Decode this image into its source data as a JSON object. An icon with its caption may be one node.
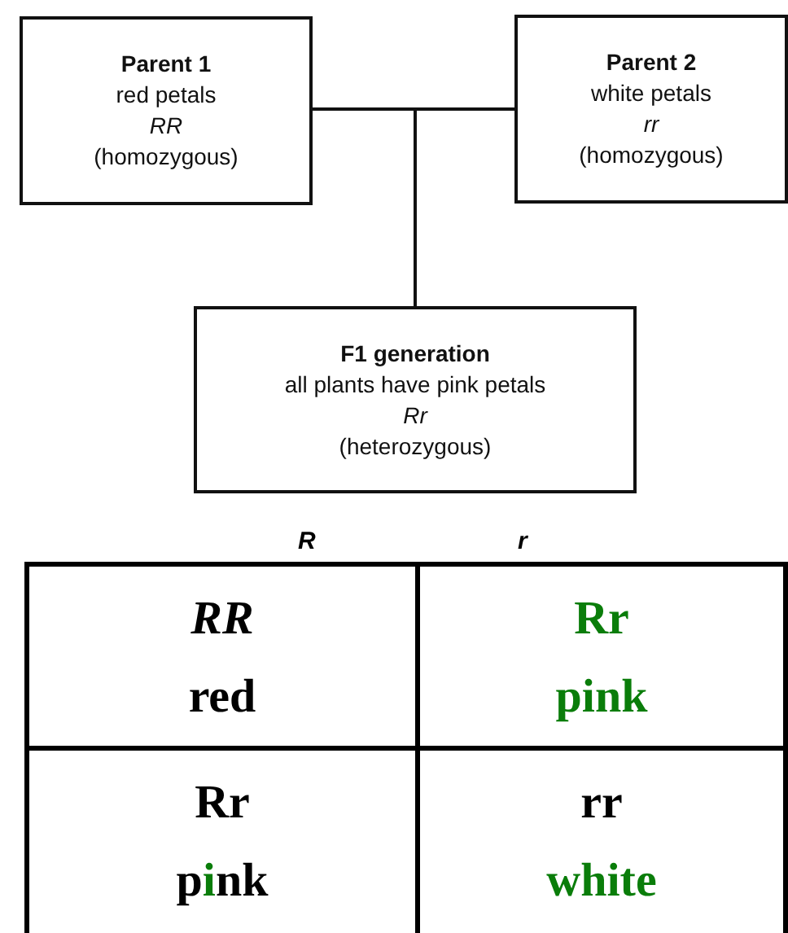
{
  "diagram": {
    "nodes": [
      {
        "text": [
          "Parent 1",
          "red petals",
          "RR",
          "(homozygous)"
        ]
      },
      {
        "text": [
          "Parent 2",
          "white petals",
          "rr",
          "(homozygous)"
        ]
      },
      {
        "text": [
          "F1 generation",
          "all plants have pink petals",
          "Rr",
          "(heterozygous)"
        ]
      }
    ],
    "edges": [
      {
        "from": 0,
        "to": 2,
        "arrow": "none"
      },
      {
        "from": 1,
        "to": 2,
        "arrow": "none"
      }
    ],
    "labels": [
      "R",
      "r",
      "RR",
      "red",
      "Rr",
      "pink",
      "Rr",
      "pink",
      "rr",
      "white"
    ]
  }
}
